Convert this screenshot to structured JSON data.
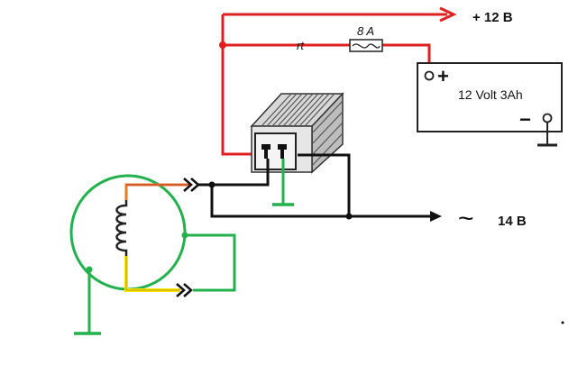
{
  "labels": {
    "plus12": "+ 12 B",
    "fuse_rating": "8  A",
    "wire_rt": "rt",
    "battery_name": "12 Volt 3Ah",
    "battery_plus": "+",
    "battery_minus": "−",
    "ac_symbol": "~",
    "ac_voltage": "14 B"
  },
  "colors": {
    "red_wire": "#e02020",
    "black_wire": "#111111",
    "green_wire": "#22b14c",
    "yellow_wire": "#ffe600",
    "orange_wire": "#e87a2a"
  }
}
